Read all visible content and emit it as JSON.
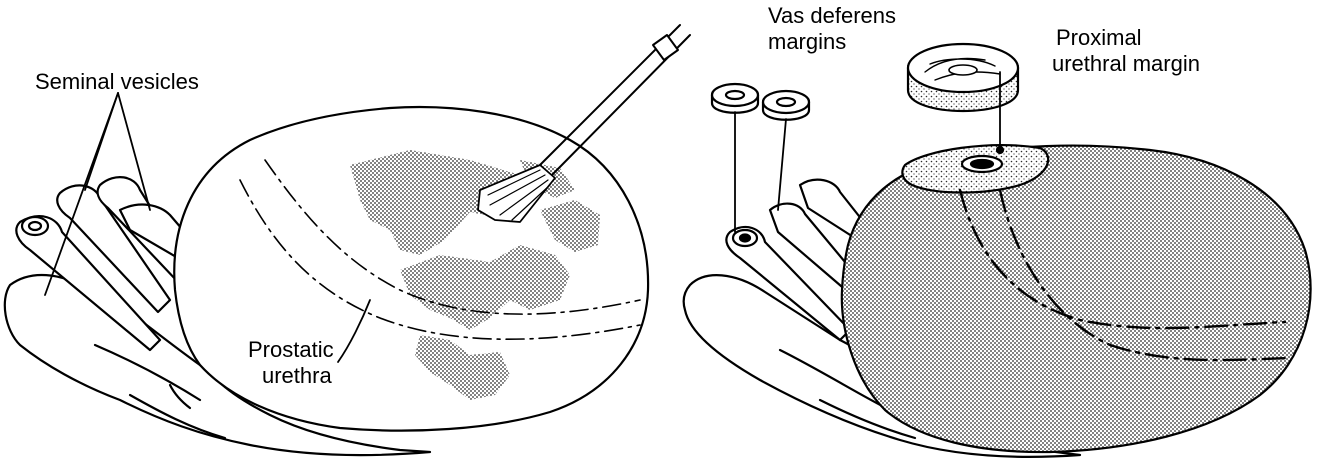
{
  "figure": {
    "left_panel": {
      "labels": {
        "seminal_vesicles": "Seminal vesicles",
        "prostatic_urethra_line1": "Prostatic",
        "prostatic_urethra_line2": "urethra"
      }
    },
    "right_panel": {
      "labels": {
        "vas_deferens_line1": "Vas deferens",
        "vas_deferens_line2": "margins",
        "proximal_margin_line1": "Proximal",
        "proximal_margin_line2": "urethral margin"
      }
    }
  },
  "colors": {
    "ink": "#000000",
    "paper": "#ffffff",
    "ink_stipple": "#2b2b2b"
  }
}
